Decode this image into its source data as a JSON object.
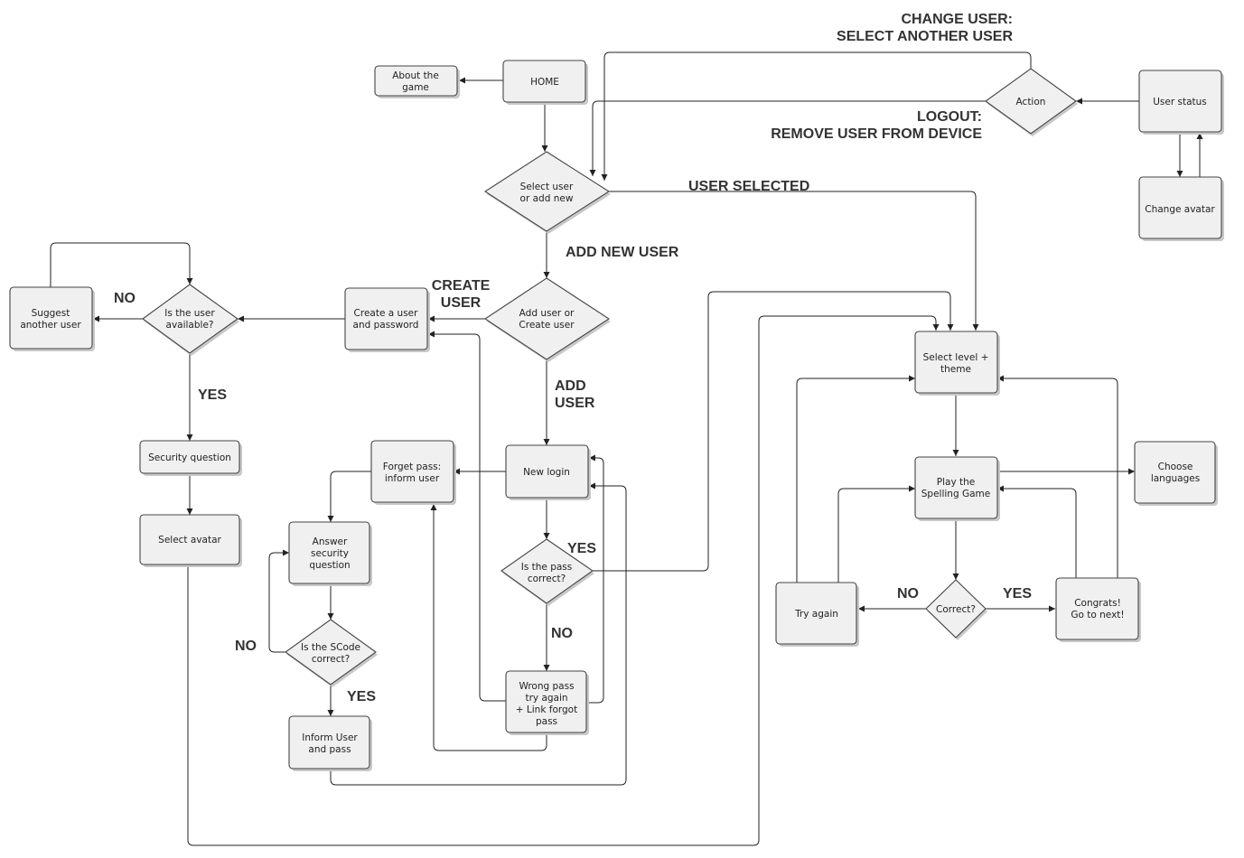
{
  "nodes": {
    "about": [
      "About the",
      "game"
    ],
    "home": [
      "HOME"
    ],
    "action": [
      "Action"
    ],
    "user_status": [
      "User status"
    ],
    "change_avatar": [
      "Change avatar"
    ],
    "select_user": [
      "Select user",
      "or add new"
    ],
    "add_user": [
      "Add user or",
      "Create user"
    ],
    "create_user": [
      "Create a user",
      "and password"
    ],
    "is_available": [
      "Is the user",
      "available?"
    ],
    "suggest": [
      "Suggest",
      "another user"
    ],
    "security_q": [
      "Security question"
    ],
    "select_avatar": [
      "Select avatar"
    ],
    "new_login": [
      "New login"
    ],
    "forget_pass": [
      "Forget pass:",
      "inform user"
    ],
    "answer_sec": [
      "Answer",
      "security",
      "question"
    ],
    "is_scode": [
      "Is the SCode",
      "correct?"
    ],
    "inform_user": [
      "Inform User",
      "and pass"
    ],
    "is_pass": [
      "Is the pass",
      "correct?"
    ],
    "wrong_pass": [
      "Wrong pass",
      "try again",
      "+ Link forgot",
      "pass"
    ],
    "select_level": [
      "Select level +",
      "theme"
    ],
    "play": [
      "Play the",
      "Spelling Game"
    ],
    "choose_lang": [
      "Choose",
      "languages"
    ],
    "correct": [
      "Correct?"
    ],
    "try_again": [
      "Try again"
    ],
    "congrats": [
      "Congrats!",
      "Go to next!"
    ]
  },
  "labels": {
    "change_user_1": "CHANGE USER:",
    "change_user_2": "SELECT ANOTHER USER",
    "logout_1": "LOGOUT:",
    "logout_2": "REMOVE USER FROM DEVICE",
    "user_selected": "USER SELECTED",
    "add_new_user": "ADD  NEW USER",
    "create_1": "CREATE",
    "create_2": "USER",
    "add_1": "ADD",
    "add_2": "USER",
    "no_avail": "NO",
    "yes_avail": "YES",
    "yes_pass": "YES",
    "no_pass": "NO",
    "no_scode": "NO",
    "yes_scode": "YES",
    "no_correct": "NO",
    "yes_correct": "YES"
  }
}
